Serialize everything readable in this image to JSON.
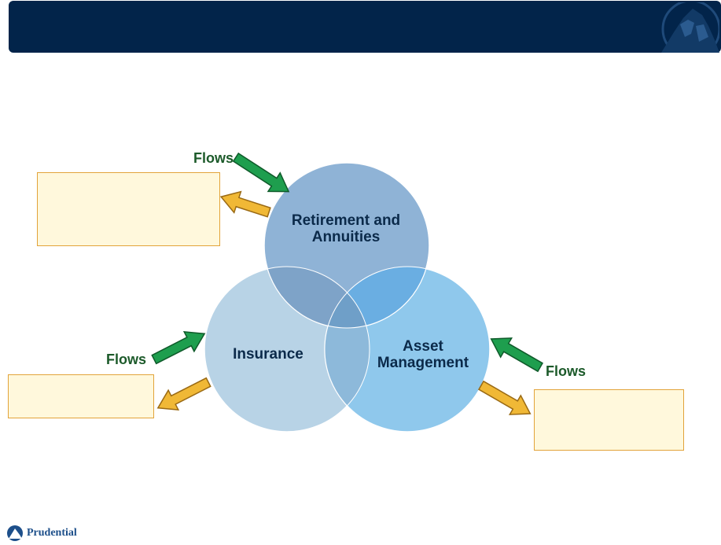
{
  "header": {
    "title": ""
  },
  "diagram": {
    "circles": {
      "retirement": {
        "label_line1": "Retirement and",
        "label_line2": "Annuities"
      },
      "insurance": {
        "label": "Insurance"
      },
      "asset_management": {
        "label_line1": "Asset",
        "label_line2": "Management"
      }
    },
    "flows_labels": {
      "retirement": "Flows",
      "insurance": "Flows",
      "asset_management": "Flows"
    },
    "text_boxes": {
      "retirement": "",
      "insurance": "",
      "asset_management": ""
    }
  },
  "footer": {
    "brand": "Prudential"
  },
  "colors": {
    "header_bg": "#02244a",
    "circle_top": "#8fb3d6",
    "circle_left": "#b8d3e6",
    "circle_right": "#8fc8ec",
    "inflow_arrow": "#1e9e4e",
    "outflow_arrow": "#f0b836",
    "box_fill": "#fff8dc",
    "box_border": "#e2a33a"
  },
  "icons": {
    "header_logo": "rock-logo-icon",
    "footer_logo": "rock-logo-icon"
  }
}
